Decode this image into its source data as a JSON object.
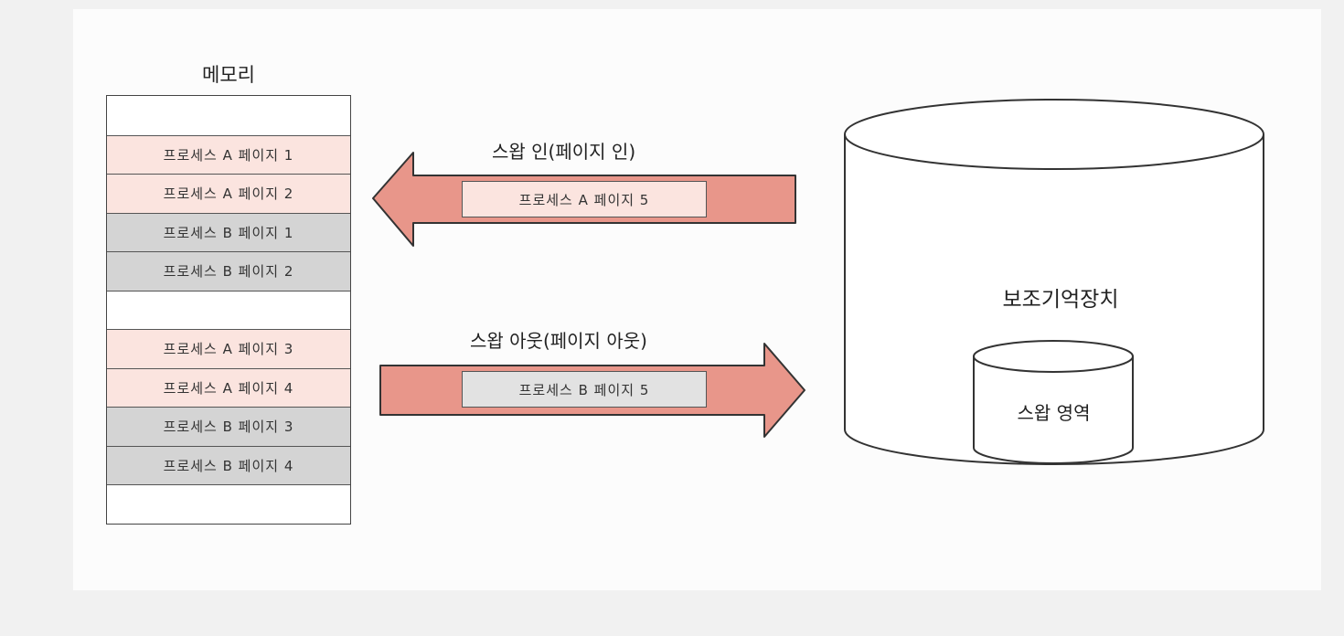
{
  "memory": {
    "title": "메모리",
    "slots": [
      {
        "label": "",
        "kind": "empty"
      },
      {
        "label": "프로세스 A 페이지 1",
        "kind": "process-a"
      },
      {
        "label": "프로세스 A 페이지 2",
        "kind": "process-a"
      },
      {
        "label": "프로세스 B 페이지 1",
        "kind": "process-b"
      },
      {
        "label": "프로세스 B 페이지 2",
        "kind": "process-b"
      },
      {
        "label": "",
        "kind": "empty"
      },
      {
        "label": "프로세스 A 페이지 3",
        "kind": "process-a"
      },
      {
        "label": "프로세스 A 페이지 4",
        "kind": "process-a"
      },
      {
        "label": "프로세스 B 페이지 3",
        "kind": "process-b"
      },
      {
        "label": "프로세스 B 페이지 4",
        "kind": "process-b"
      },
      {
        "label": "",
        "kind": "empty"
      }
    ]
  },
  "swap_in": {
    "label": "스왑 인(페이지 인)",
    "page_label": "프로세스 A 페이지 5",
    "direction": "to-memory"
  },
  "swap_out": {
    "label": "스왑 아웃(페이지 아웃)",
    "page_label": "프로세스 B 페이지 5",
    "direction": "to-storage"
  },
  "storage": {
    "title": "보조기억장치",
    "swap_area_label": "스왑 영역"
  },
  "colors": {
    "arrow_fill": "#e8968a",
    "process_a": "#fbe4df",
    "process_b": "#d4d4d4",
    "outline": "#444444"
  }
}
